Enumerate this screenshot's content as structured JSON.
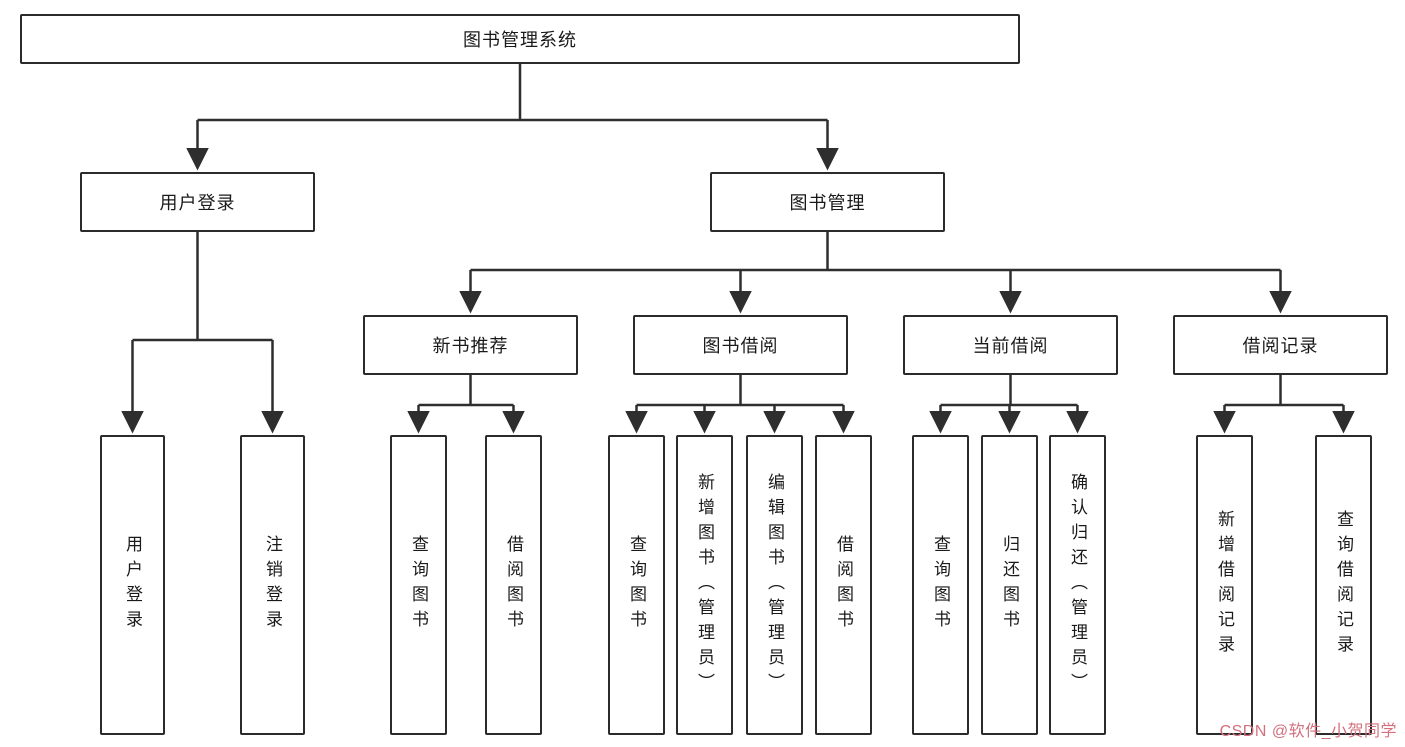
{
  "root_label": "图书管理系统",
  "level2": [
    "用户登录",
    "图书管理"
  ],
  "level3": [
    "新书推荐",
    "图书借阅",
    "当前借阅",
    "借阅记录"
  ],
  "leaves": {
    "user_login": [
      "用户登录",
      "注销登录"
    ],
    "new_books": [
      "查询图书",
      "借阅图书"
    ],
    "borrowing": [
      "查询图书",
      "新增图书（管理员）",
      "编辑图书（管理员）",
      "借阅图书"
    ],
    "current": [
      "查询图书",
      "归还图书",
      "确认归还（管理员）"
    ],
    "records": [
      "新增借阅记录",
      "查询借阅记录"
    ]
  },
  "watermark": "CSDN @软件_小贺同学",
  "colors": {
    "line": "#2e2e2e",
    "box_border": "#2b2b2b",
    "watermark": "#d2707e"
  }
}
